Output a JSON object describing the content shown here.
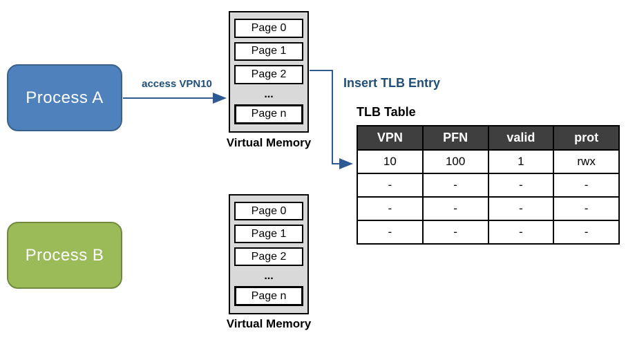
{
  "colors": {
    "process_a_fill": "#4f81bd",
    "process_a_border": "#38618c",
    "process_b_fill": "#9bbb59",
    "process_b_border": "#71893f",
    "vm_fill": "#d9d9d9",
    "accent_text": "#1f4e79",
    "line": "#2e5a94",
    "table_header_bg": "#3f3f3f",
    "table_header_text": "#ffffff"
  },
  "process_a": {
    "label": "Process A"
  },
  "process_b": {
    "label": "Process B"
  },
  "access_arrow": {
    "label": "access VPN10"
  },
  "insert_entry": {
    "label": "Insert TLB Entry"
  },
  "virtual_memory_1": {
    "pages": [
      "Page 0",
      "Page 1",
      "Page 2",
      "...",
      "Page n"
    ],
    "caption": "Virtual Memory"
  },
  "virtual_memory_2": {
    "pages": [
      "Page 0",
      "Page 1",
      "Page 2",
      "...",
      "Page n"
    ],
    "caption": "Virtual Memory"
  },
  "tlb_table": {
    "title": "TLB Table",
    "columns": [
      "VPN",
      "PFN",
      "valid",
      "prot"
    ],
    "rows": [
      [
        "10",
        "100",
        "1",
        "rwx"
      ],
      [
        "-",
        "-",
        "-",
        "-"
      ],
      [
        "-",
        "-",
        "-",
        "-"
      ],
      [
        "-",
        "-",
        "-",
        "-"
      ]
    ]
  }
}
